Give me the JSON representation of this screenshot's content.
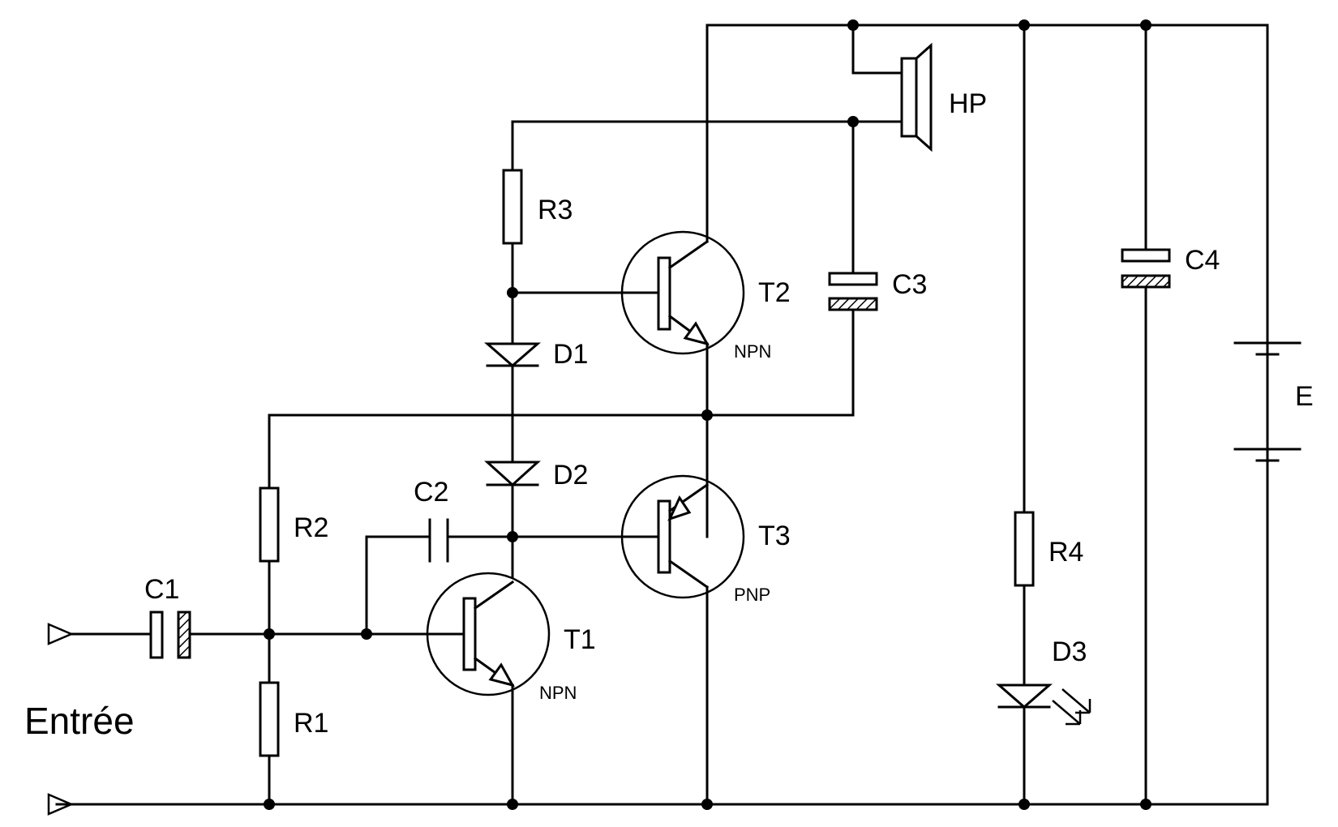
{
  "labels": {
    "hp": "HP",
    "r1": "R1",
    "r2": "R2",
    "r3": "R3",
    "r4": "R4",
    "c1": "C1",
    "c2": "C2",
    "c3": "C3",
    "c4": "C4",
    "d1": "D1",
    "d2": "D2",
    "d3": "D3",
    "t1": "T1",
    "t2": "T2",
    "t3": "T3",
    "t1_type": "NPN",
    "t2_type": "NPN",
    "t3_type": "PNP",
    "e": "E",
    "input": "Entrée"
  }
}
